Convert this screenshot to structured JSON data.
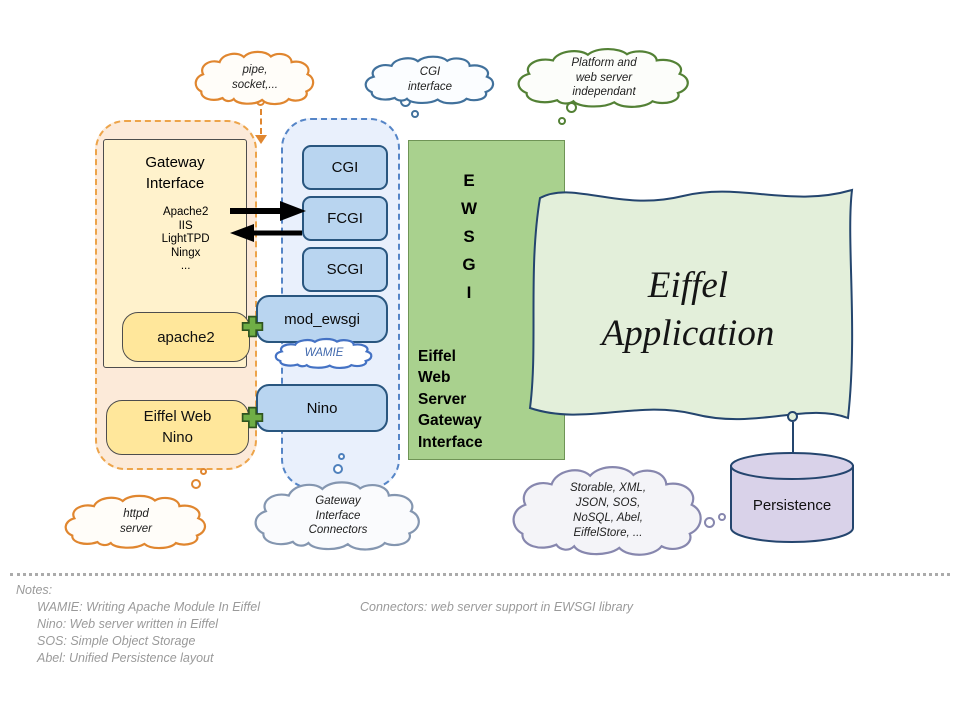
{
  "colors": {
    "orange_accent": "#e0862f",
    "blue_accent": "#4f81bd",
    "green_accent": "#538135",
    "navy_outline": "#24456e",
    "plug_green": "#6fae46",
    "ewsgi_fill": "#a9d18e",
    "application_fill": "#e3efda",
    "persistence_fill": "#d9d2e9"
  },
  "thought_clouds": {
    "pipe_socket": "pipe,\nsocket,...",
    "cgi_interface": "CGI\ninterface",
    "platform": "Platform and\nweb server\nindependant",
    "httpd_server": "httpd\nserver",
    "gateway_connectors": "Gateway\nInterface\nConnectors",
    "storage": "Storable, XML,\nJSON, SOS,\nNoSQL, Abel,\nEiffelStore, ...",
    "wamie": "WAMIE"
  },
  "gateway_group": {
    "title": "Gateway\nInterface",
    "servers": "Apache2\nIIS\nLightTPD\nNingx\n...",
    "apache2": "apache2",
    "eiffel_web_nino": "Eiffel Web\nNino"
  },
  "connectors": {
    "items": [
      "CGI",
      "FCGI",
      "SCGI",
      "mod_ewsgi",
      "Nino"
    ]
  },
  "ewsgi": {
    "acronym": "E\nW\nS\nG\nI",
    "label": "Eiffel\nWeb\nServer\nGateway\nInterface"
  },
  "application": {
    "title": "Eiffel\nApplication"
  },
  "persistence": {
    "label": "Persistence"
  },
  "notes": {
    "heading": "Notes:",
    "items": [
      "WAMIE: Writing Apache Module In Eiffel",
      "Nino: Web server written in Eiffel",
      "SOS: Simple Object Storage",
      "Abel: Unified Persistence layout"
    ],
    "connectors_note": "Connectors: web server support in EWSGI library"
  }
}
